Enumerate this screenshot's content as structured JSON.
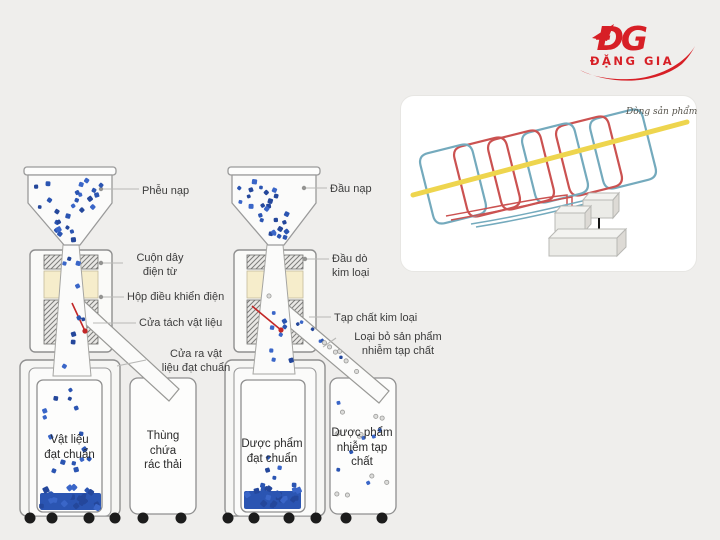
{
  "logo": {
    "monogram": "ĐG",
    "name": "ĐẶNG GIA"
  },
  "inset": {
    "flow_label": "Dòng sản phẩm"
  },
  "machine_left": {
    "hopper": "Phễu nạp",
    "coil": "Cuộn dây\nđiện từ",
    "control_box": "Hộp điều khiển điện",
    "separator_gate": "Cửa tách vật liệu",
    "outlet": "Cửa ra vật\nliệu đạt chuẩn",
    "bin_ok": "Vật liệu\nđạt chuẩn",
    "bin_waste": "Thùng\nchứa\nrác thải"
  },
  "machine_right": {
    "feed": "Đầu nạp",
    "detector": "Đầu dò\nkim loại",
    "metal_impurity": "Tạp chất kim loại",
    "reject": "Loại bỏ sản phẩm\nnhiễm tạp chất",
    "bin_ok": "Dược phẩm\nđạt chuẩn",
    "bin_contaminated": "Dược phẩm\nnhiễm tạp\nchất"
  },
  "colors": {
    "brand_red": "#d71f26",
    "particle_blue": "#2b55b2",
    "coil_red": "#cb5251",
    "coil_blue": "#74aabd",
    "flow_yellow": "#eed54e",
    "gate_red": "#c22727",
    "cream": "#f6edcb",
    "background": "#efeeec"
  }
}
